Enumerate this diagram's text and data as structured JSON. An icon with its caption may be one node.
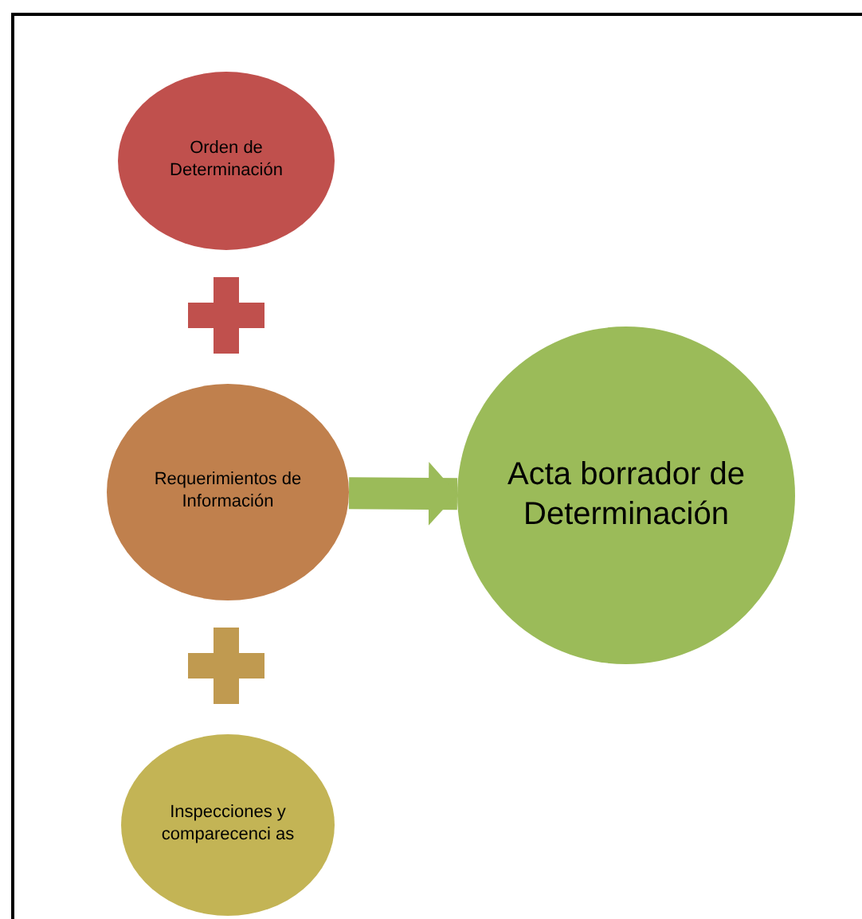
{
  "diagram": {
    "nodes": [
      {
        "text": [
          "Orden de Determinación"
        ]
      },
      {
        "text": [
          "Requerimientos de Información"
        ]
      },
      {
        "text": [
          "Inspecciones y comparecenci as"
        ]
      },
      {
        "text": [
          "Acta borrador de Determinación"
        ]
      }
    ],
    "edges": [
      {
        "from": 1,
        "to": 3,
        "arrow": "to"
      }
    ]
  }
}
